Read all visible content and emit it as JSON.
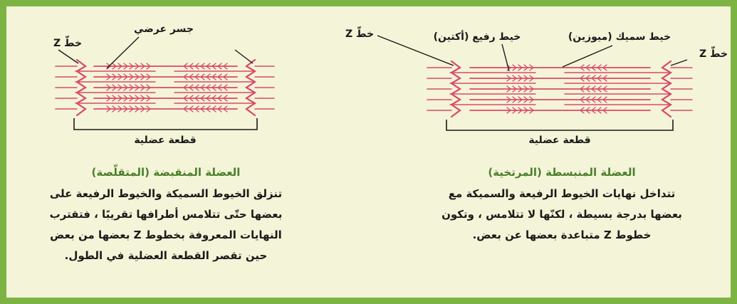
{
  "colors": {
    "border": "#7db342",
    "background": "#f4f4d8",
    "filament": "#d94a69",
    "title_green": "#4a7f2a"
  },
  "contracted": {
    "label_z_line": "خطّ Z",
    "label_cross_bridge": "جسر عرضي",
    "label_sarcomere": "قطعة عضلية",
    "title": "العضلة المنقبضة (المتقلّصة)",
    "desc_line1": "تنزلق الخيوط السميكة والخيوط الرفيعة على",
    "desc_line2": "بعضها حتّى تتلامس أطرافها تقريبًا ، فتقترب",
    "desc_line3": "النهايات المعروفة بخطوط Z بعضها من بعض",
    "desc_line4": "حين تقصر القطعة العضلية في الطول."
  },
  "relaxed": {
    "label_z_line_left": "خطّ Z",
    "label_thin": "خيط رفيع (أكتين)",
    "label_thick": "خيط سميك (ميوزين)",
    "label_z_line_right": "خطّ Z",
    "label_sarcomere": "قطعة عضلية",
    "title": "العضلة المنبسطة (المرتخية)",
    "desc_line1": "تتداخل نهايات الخيوط الرفيعة والسميكة مع",
    "desc_line2": "بعضها بدرجة بسيطة ، لكنّها لا تتلامس ، وتكون",
    "desc_line3": "خطوط Z متباعدة بعضها عن بعض."
  }
}
